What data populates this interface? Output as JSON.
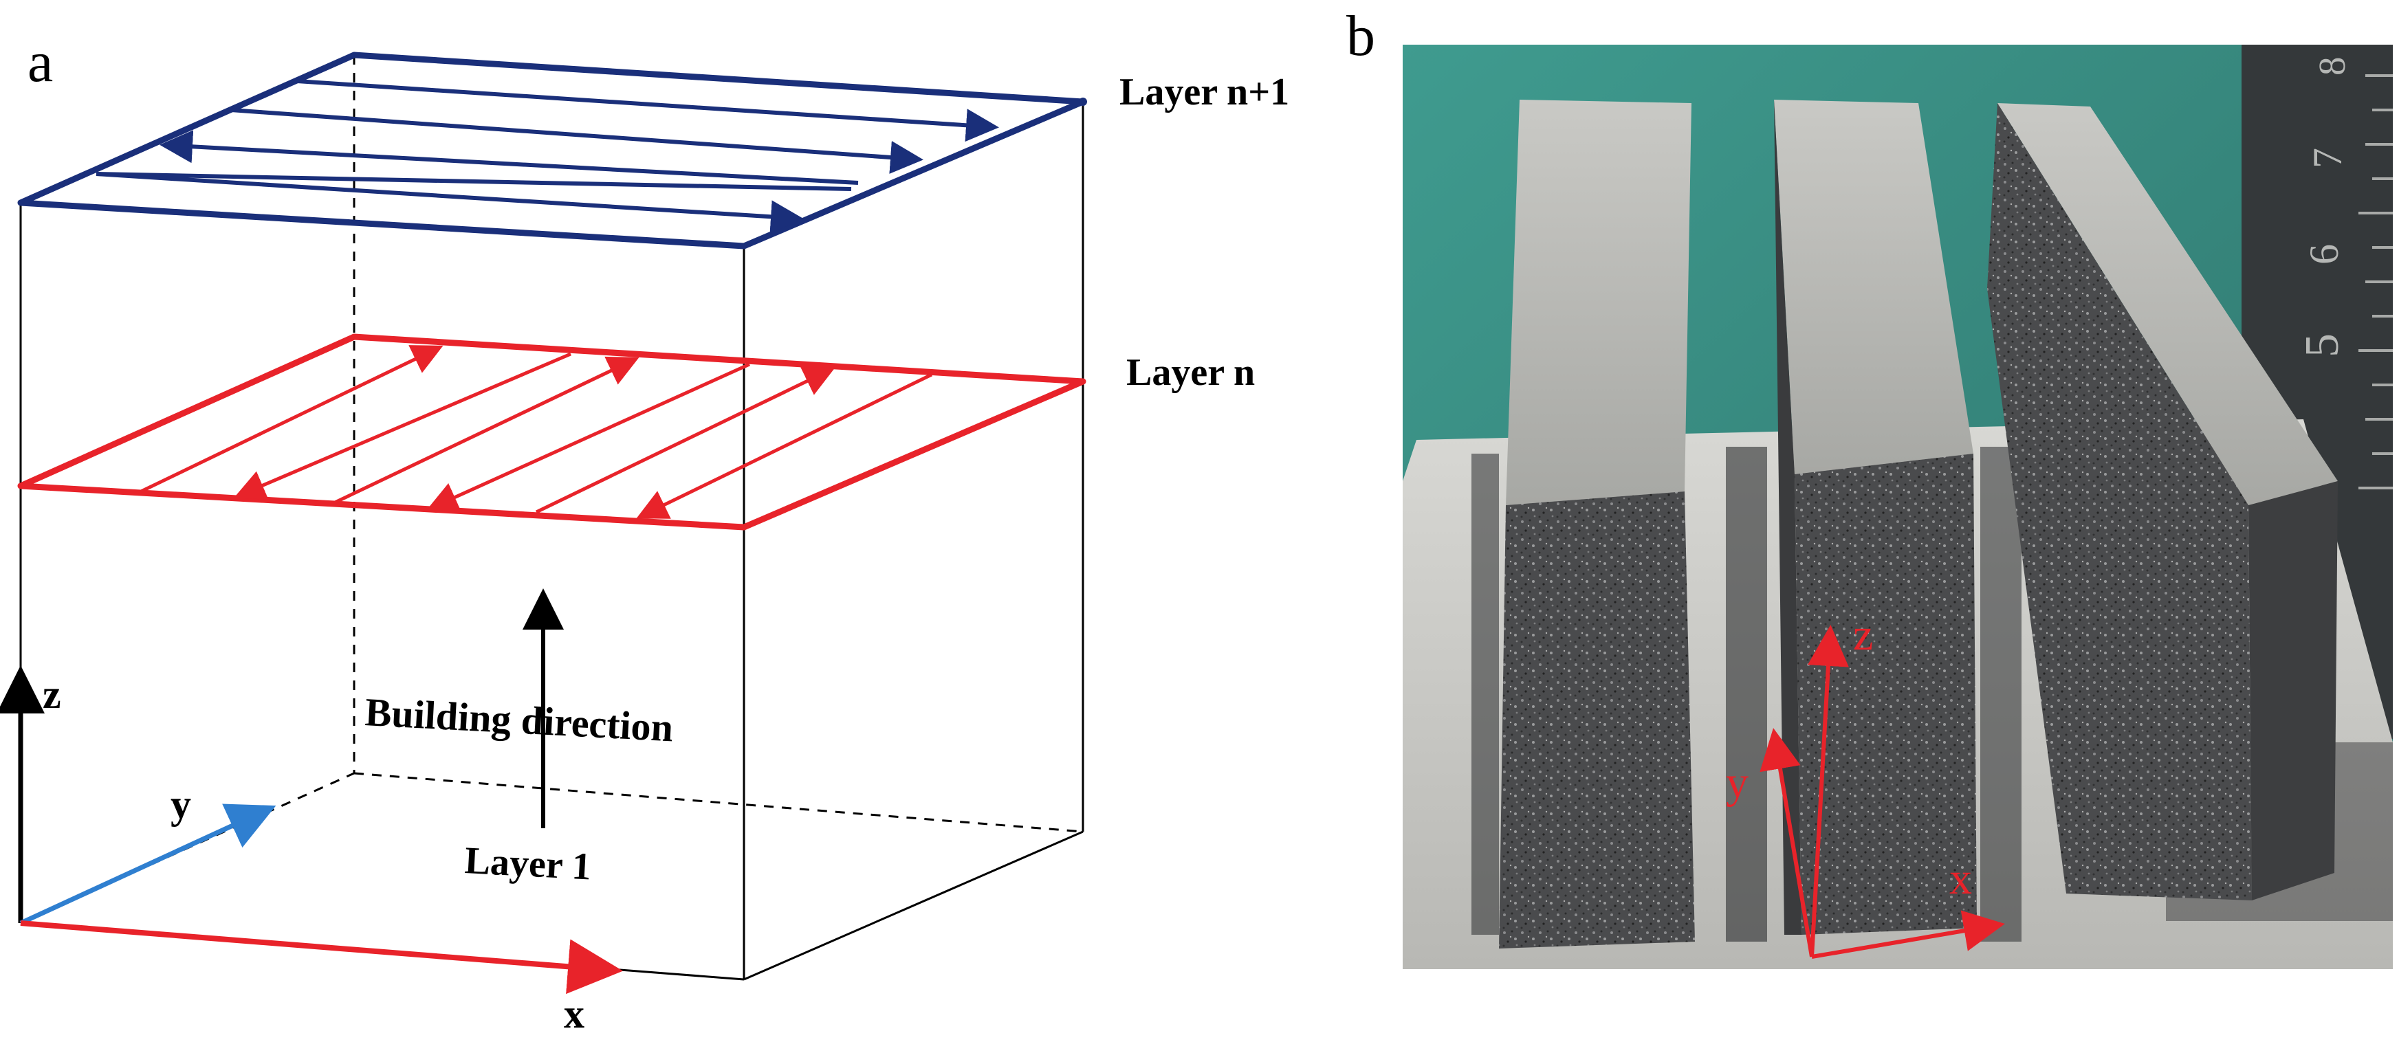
{
  "panel_a": {
    "letter": "a",
    "layer_top": "Layer n+1",
    "layer_mid": "Layer n",
    "layer_bottom": "Layer 1",
    "building_direction": "Building direction",
    "axis_x": "x",
    "axis_y": "y",
    "axis_z": "z",
    "colors": {
      "top_layer": "#1a2f7a",
      "mid_layer": "#e8232a",
      "y_axis": "#2f7fd0",
      "outline": "#000000"
    }
  },
  "panel_b": {
    "letter": "b",
    "axis_x": "x",
    "axis_y": "y",
    "axis_z": "z",
    "ruler_marks": [
      "5",
      "6",
      "7",
      "8"
    ],
    "colors": {
      "axes": "#e8232a",
      "background": "#3a8a80",
      "metal_top": "#b9b9b4",
      "metal_side": "#4a4b4d"
    }
  }
}
